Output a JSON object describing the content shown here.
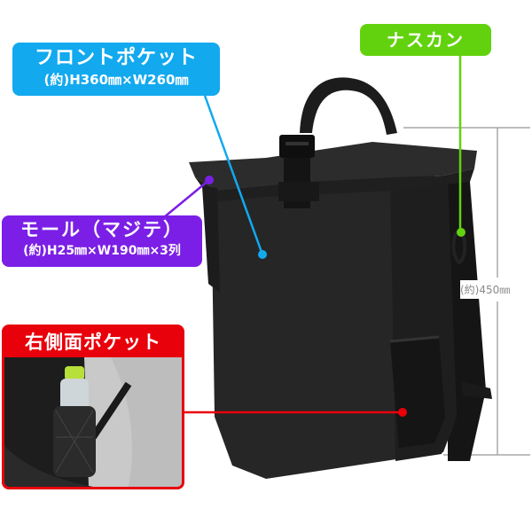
{
  "callouts": {
    "front_pocket": {
      "title": "フロントポケット",
      "size": "(約)H360㎜×W260㎜",
      "color": "#12a9ef"
    },
    "molle": {
      "title": "モール（マジテ）",
      "size": "(約)H25㎜×W190㎜×3列",
      "color": "#7b1fe6"
    },
    "snap_hook": {
      "title": "ナスカン",
      "color": "#62d20e"
    },
    "right_side_pocket": {
      "title": "右側面ポケット",
      "color": "#e8000b"
    }
  },
  "dimension": {
    "height_label": "(約)450㎜",
    "line_color": "#9a9a9a"
  },
  "product": {
    "body_color": "#232323"
  }
}
